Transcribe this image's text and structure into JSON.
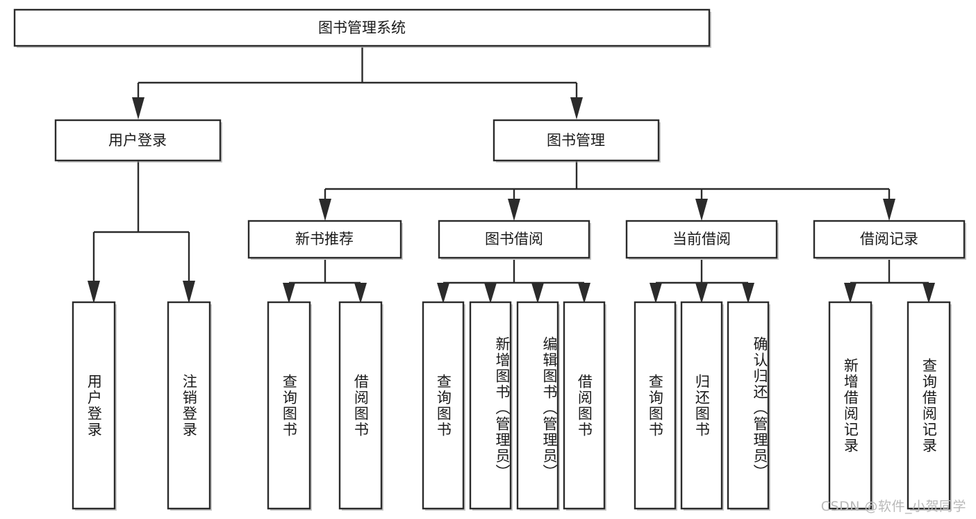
{
  "diagram": {
    "title": "图书管理系统",
    "type": "tree-hierarchy",
    "watermark": "CSDN @软件_小贺同学",
    "colors": {
      "background": "#ffffff",
      "box_stroke": "#2b2b2b",
      "box_fill": "#ffffff",
      "text": "#1a1a1a",
      "watermark_text": "#b9b9b9"
    },
    "root": {
      "label": "图书管理系统",
      "orientation": "horizontal"
    },
    "level2": [
      {
        "label": "用户登录",
        "orientation": "horizontal"
      },
      {
        "label": "图书管理",
        "orientation": "horizontal"
      }
    ],
    "level3": [
      {
        "label": "新书推荐",
        "orientation": "horizontal"
      },
      {
        "label": "图书借阅",
        "orientation": "horizontal"
      },
      {
        "label": "当前借阅",
        "orientation": "horizontal"
      },
      {
        "label": "借阅记录",
        "orientation": "horizontal"
      }
    ],
    "leaves": {
      "user_login": [
        {
          "label": "用户登录",
          "orientation": "vertical"
        },
        {
          "label": "注销登录",
          "orientation": "vertical"
        }
      ],
      "new_book_recommend": [
        {
          "label": "查询图书",
          "orientation": "vertical"
        },
        {
          "label": "借阅图书",
          "orientation": "vertical"
        }
      ],
      "book_borrow": [
        {
          "label": "查询图书",
          "orientation": "vertical"
        },
        {
          "label": "新增图书（管理员）",
          "orientation": "vertical"
        },
        {
          "label": "编辑图书（管理员）",
          "orientation": "vertical"
        },
        {
          "label": "借阅图书",
          "orientation": "vertical"
        }
      ],
      "current_borrow": [
        {
          "label": "查询图书",
          "orientation": "vertical"
        },
        {
          "label": "归还图书",
          "orientation": "vertical"
        },
        {
          "label": "确认归还（管理员）",
          "orientation": "vertical"
        }
      ],
      "borrow_record": [
        {
          "label": "新增借阅记录",
          "orientation": "vertical"
        },
        {
          "label": "查询借阅记录",
          "orientation": "vertical"
        }
      ]
    }
  }
}
